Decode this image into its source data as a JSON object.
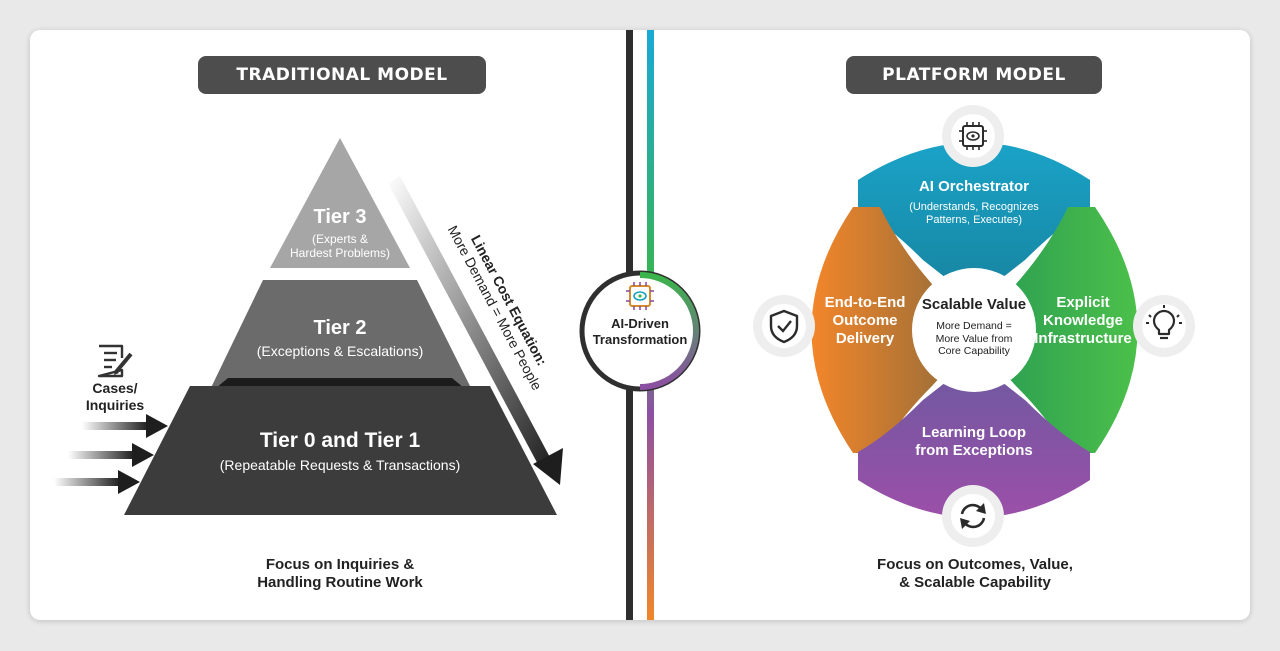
{
  "left": {
    "title": "TRADITIONAL MODEL",
    "tiers": [
      {
        "title": "Tier 3",
        "desc": "(Experts &\nHardest Problems)"
      },
      {
        "title": "Tier 2",
        "desc": "(Exceptions & Escalations)"
      },
      {
        "title": "Tier 0 and Tier 1",
        "desc": "(Repeatable Requests & Transactions)"
      }
    ],
    "input_label": "Cases/\nInquiries",
    "cost_label": "Linear Cost Equation:",
    "cost_formula": "More Demand = More People",
    "footer": "Focus on Inquiries &\nHandling Routine Work"
  },
  "center": {
    "label": "AI-Driven\nTransformation"
  },
  "right": {
    "title": "PLATFORM MODEL",
    "petals": {
      "top": {
        "title": "AI Orchestrator",
        "desc": "(Understands, Recognizes\nPatterns, Executes)"
      },
      "left": {
        "title": "End-to-End\nOutcome\nDelivery"
      },
      "right": {
        "title": "Explicit\nKnowledge\nInfrastructure"
      },
      "bottom": {
        "title": "Learning Loop\nfrom Exceptions"
      }
    },
    "center_title": "Scalable Value",
    "center_desc": "More Demand =\nMore Value from\nCore Capability",
    "footer": "Focus on Outcomes, Value,\n& Scalable Capability"
  },
  "colors": {
    "pill": "#4d4d4d",
    "tier3": "#a6a6a6",
    "tier2": "#6b6b6b",
    "tier01": "#3c3c3c",
    "blue": "#1a9fc0",
    "green": "#3ab54a",
    "orange": "#f0872a",
    "purple": "#8d4fa3"
  },
  "icons": [
    "edit-document-icon",
    "chip-eye-icon",
    "shield-check-icon",
    "lightbulb-icon",
    "cycle-arrows-icon"
  ]
}
